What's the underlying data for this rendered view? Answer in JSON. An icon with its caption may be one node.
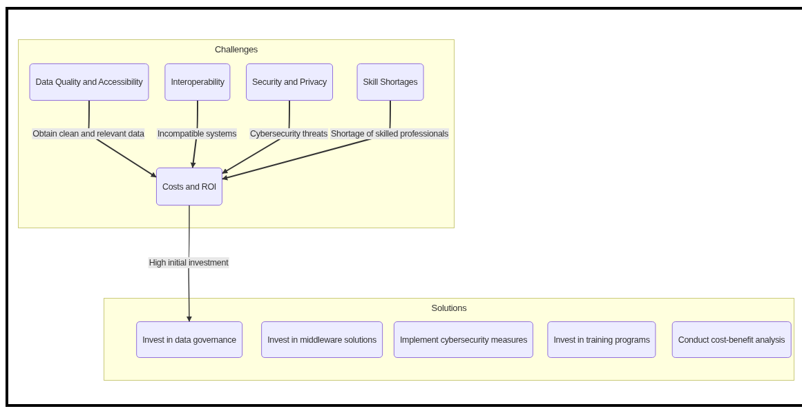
{
  "diagram": {
    "nodes": [
      {
        "text": [
          "Challenges"
        ]
      },
      {
        "text": [
          "Data Quality and Accessibility"
        ],
        "in": 0
      },
      {
        "text": [
          "Interoperability"
        ],
        "in": 0
      },
      {
        "text": [
          "Security and Privacy"
        ],
        "in": 0
      },
      {
        "text": [
          "Skill Shortages"
        ],
        "in": 0
      },
      {
        "text": [
          "Costs and ROI"
        ],
        "in": 0
      },
      {
        "text": [
          "Solutions"
        ]
      },
      {
        "text": [
          "Invest in data governance"
        ],
        "in": 6
      },
      {
        "text": [
          "Invest in middleware solutions"
        ],
        "in": 6
      },
      {
        "text": [
          "Implement cybersecurity measures"
        ],
        "in": 6
      },
      {
        "text": [
          "Invest in training programs"
        ],
        "in": 6
      },
      {
        "text": [
          "Conduct cost-benefit analysis"
        ],
        "in": 6
      }
    ],
    "edges": [
      {
        "from": 1,
        "to": 5,
        "arrow": "to",
        "label": "Obtain clean and relevant data"
      },
      {
        "from": 2,
        "to": 5,
        "arrow": "to",
        "label": "Incompatible systems"
      },
      {
        "from": 3,
        "to": 5,
        "arrow": "to",
        "label": "Cybersecurity threats"
      },
      {
        "from": 4,
        "to": 5,
        "arrow": "to",
        "label": "Shortage of skilled professionals"
      },
      {
        "from": 5,
        "to": 7,
        "arrow": "to",
        "label": "High initial investment"
      }
    ]
  }
}
